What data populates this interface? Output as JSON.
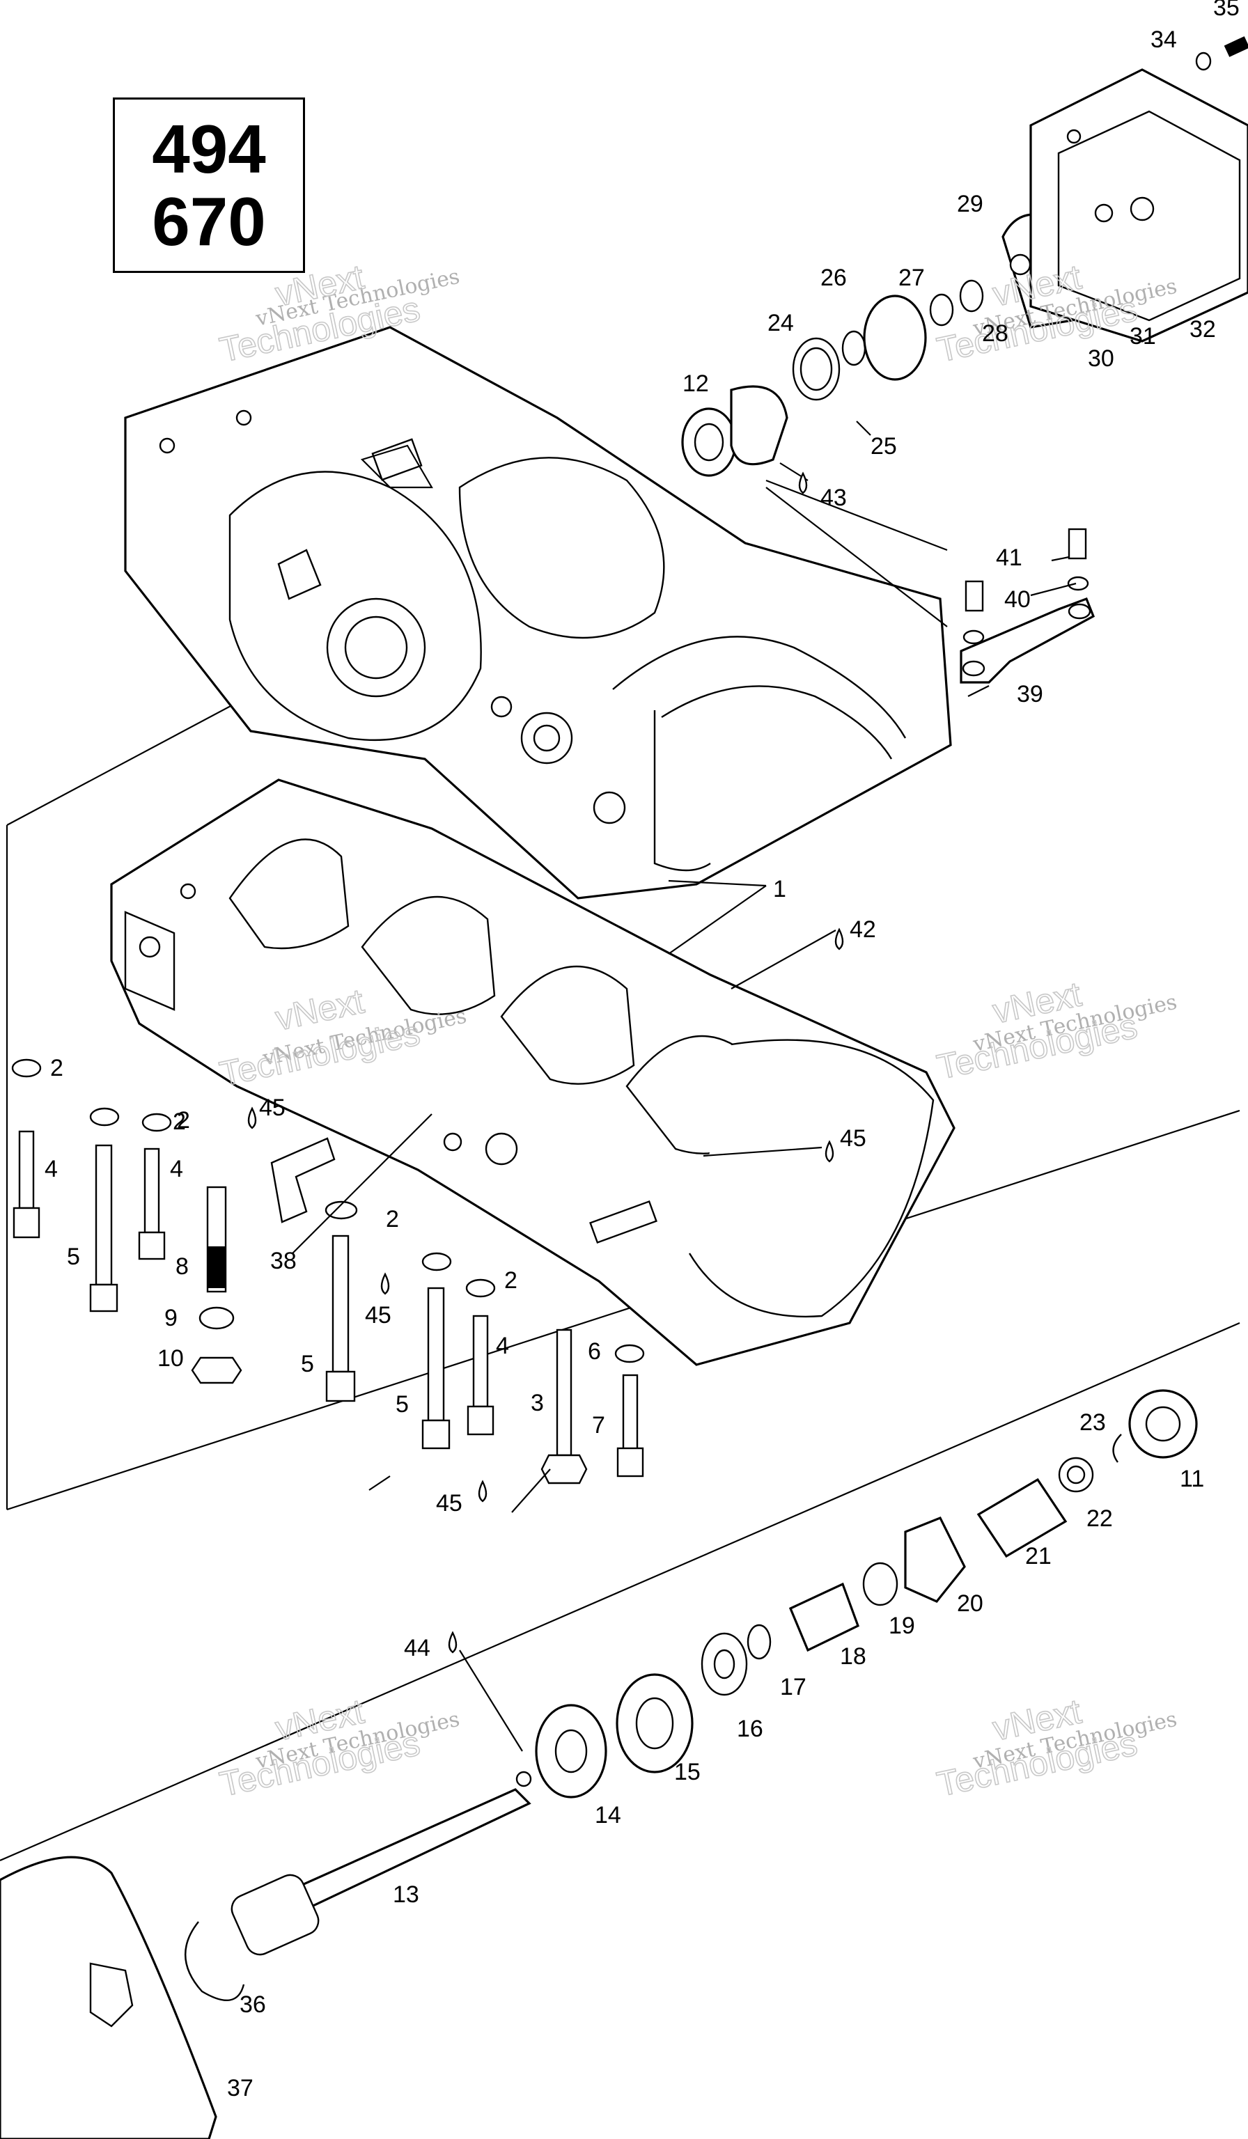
{
  "model_box": {
    "lines": [
      "494",
      "670"
    ]
  },
  "watermark": {
    "line1": "vNext Technologies",
    "line2a": "vNext",
    "line2b": "Technologies"
  },
  "callouts": [
    "1",
    "2",
    "2",
    "2",
    "2",
    "2",
    "3",
    "4",
    "4",
    "4",
    "5",
    "5",
    "5",
    "6",
    "7",
    "8",
    "9",
    "10",
    "11",
    "12",
    "13",
    "14",
    "15",
    "16",
    "17",
    "18",
    "19",
    "20",
    "21",
    "22",
    "23",
    "24",
    "25",
    "26",
    "27",
    "28",
    "29",
    "30",
    "31",
    "32",
    "34",
    "35",
    "36",
    "37",
    "38",
    "39",
    "40",
    "41",
    "42",
    "43",
    "44",
    "45",
    "45",
    "45",
    "45"
  ]
}
